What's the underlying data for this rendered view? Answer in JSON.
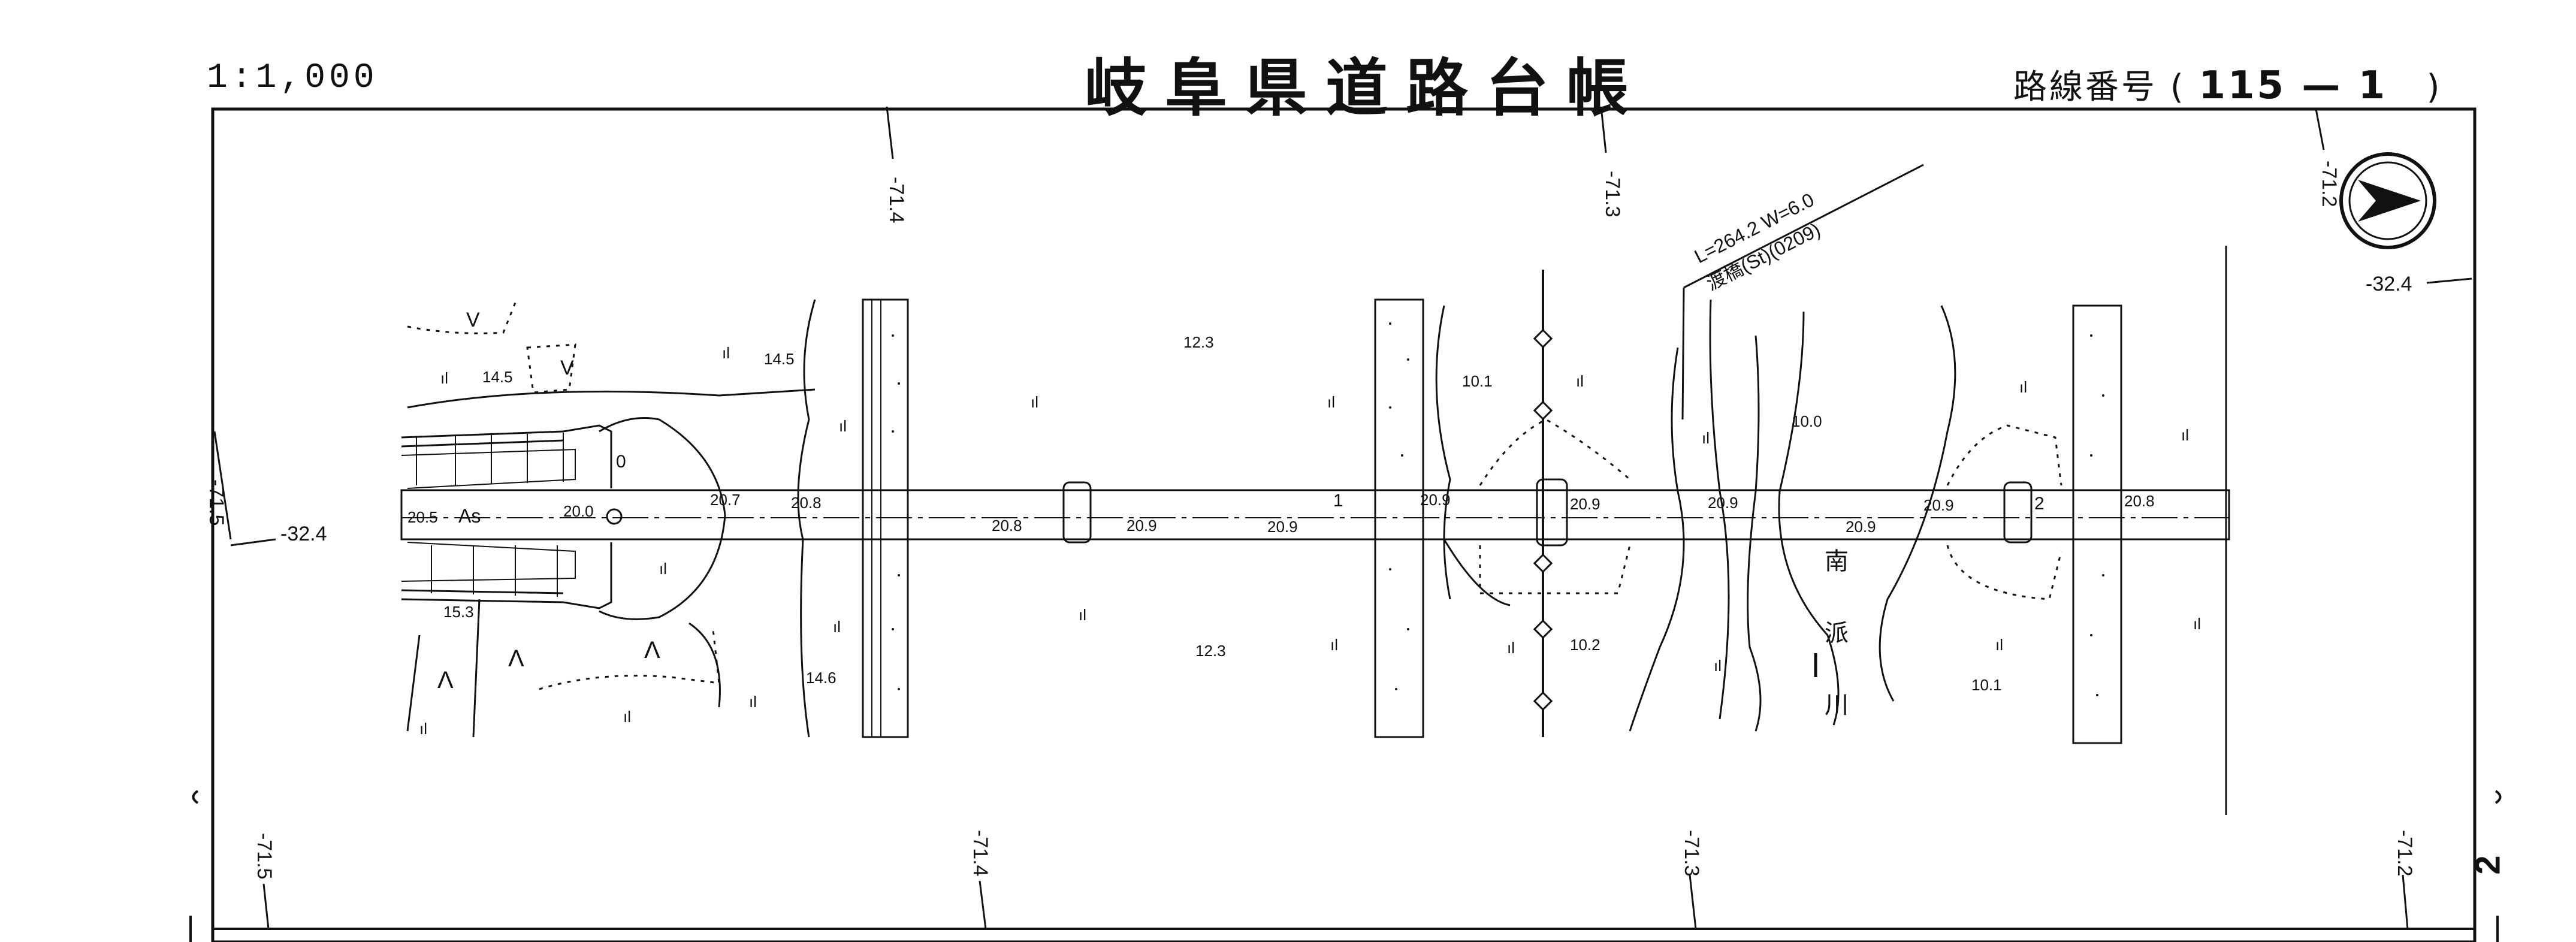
{
  "header": {
    "scale": "1:1,000",
    "title": "岐阜県道路台帳",
    "route_label": "路線番号",
    "route_number": "115 — 1",
    "page_mark": "2"
  },
  "grid": {
    "v_top": [
      "-71.4",
      "-71.3",
      "-71.2"
    ],
    "v_bottom": [
      "-71.5",
      "-71.4",
      "-71.3",
      "-71.2"
    ],
    "h_left": [
      "-71.5",
      "-32.4"
    ],
    "h_right": "-32.4"
  },
  "bridge": {
    "line1": "L=264.2  W=6.0",
    "line2": "渡橋(St)(0209)"
  },
  "elevations": {
    "top_left_1": "14.5",
    "top_left_2": "14.5",
    "road_20_7": "20.7",
    "road_20_8a": "20.8",
    "road_20_5": "20.5",
    "road_20_0": "20.0",
    "road_15_3": "15.3",
    "mid_12_3a": "12.3",
    "mid_12_3b": "12.3",
    "road_20_8b": "20.8",
    "road_20_9a": "20.9",
    "road_20_9b": "20.9",
    "road_20_9c": "20.9",
    "road_20_9d": "20.9",
    "road_20_9e": "20.9",
    "road_20_9f": "20.9",
    "road_20_9g": "20.9",
    "road_20_8c": "20.8",
    "low_14_6": "14.6",
    "river_10_1a": "10.1",
    "river_10_0": "10.0",
    "river_10_2": "10.2",
    "river_10_1b": "10.1"
  },
  "labels": {
    "pavement": "As",
    "station_1": "1",
    "station_2": "2",
    "station_0": "0",
    "river_name": [
      "南",
      "派",
      "川"
    ]
  },
  "symbols": {
    "north_arrow": "north-arrow-icon",
    "paddy": "paddy-symbol",
    "triangle": "triangle-symbol"
  }
}
